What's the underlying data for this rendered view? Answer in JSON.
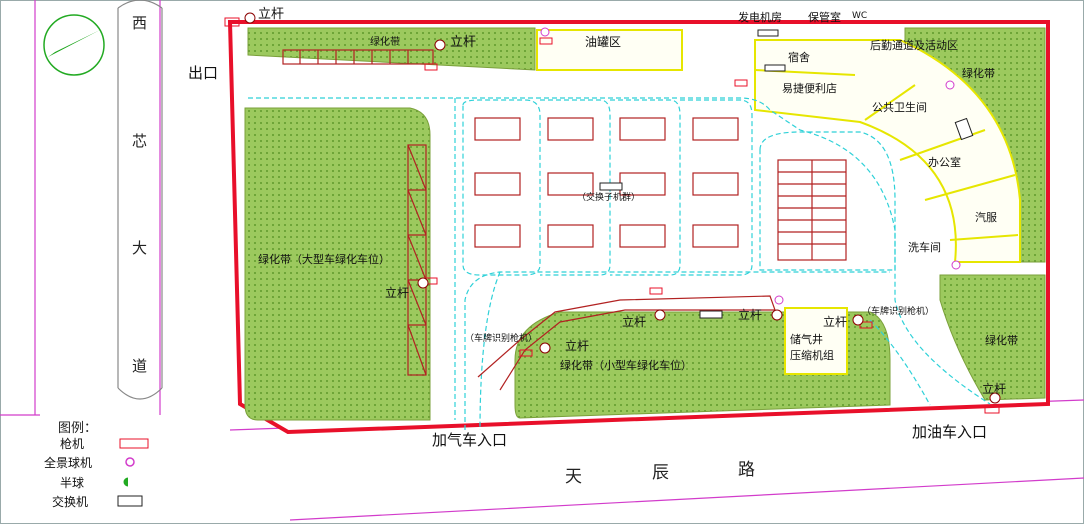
{
  "road_west": [
    "西",
    "芯",
    "大",
    "道"
  ],
  "road_south": [
    "天",
    "辰",
    "路"
  ],
  "labels": {
    "exit": "出口",
    "pole": "立杆",
    "generator_room": "发电机房",
    "storage_room": "保管室",
    "wc": "WC",
    "logistics": "后勤通道及活动区",
    "tank_area": "油罐区",
    "dorm": "宿舍",
    "store": "易捷便利店",
    "toilet": "公共卫生间",
    "office": "办公室",
    "auto_service": "汽服",
    "car_wash": "洗车间",
    "green": "绿化带",
    "green_large": "绿化带（大型车绿化车位）",
    "green_small": "绿化带（小型车绿化车位）",
    "gas_well": "储气井",
    "compressor": "压缩机组",
    "plate_camera_left": "（车牌识别枪机）",
    "plate_camera_right": "（车牌识别枪机）",
    "gas_entry": "加气车入口",
    "fuel_entry": "加油车入口",
    "switch_text": "交换机",
    "center_switch": "（交换子机群）"
  },
  "legend": {
    "title": "图例：",
    "items": [
      {
        "label": "枪机",
        "icon": "bullet-camera-icon"
      },
      {
        "label": "全景球机",
        "icon": "panorama-dome-icon"
      },
      {
        "label": "半球",
        "icon": "half-dome-icon"
      },
      {
        "label": "交换机",
        "icon": "switch-icon"
      }
    ]
  },
  "colors": {
    "boundary": "#e8102a",
    "green_fill": "#8fbf50",
    "lane": "#2fd1d8",
    "building": "#f0f000",
    "road": "#d23ccb",
    "parking": "#b22222",
    "camera": "#8b0000"
  }
}
